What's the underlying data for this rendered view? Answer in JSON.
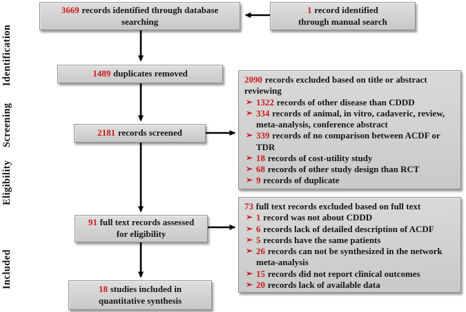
{
  "colors": {
    "accent_red": "#cc1919",
    "box_fill": "#d2d2d2",
    "box_border": "#8f8f8f",
    "arrow": "#000000"
  },
  "glyphs": {
    "bullet": "➢"
  },
  "stages": [
    {
      "label": "Identification"
    },
    {
      "label": "Screening"
    },
    {
      "label": "Eligibility"
    },
    {
      "label": "Included"
    }
  ],
  "flow": {
    "database_box": {
      "number": "3669",
      "line1": "records identified through database",
      "line2": "searching"
    },
    "manual_box": {
      "number": "1",
      "line1": "record identified",
      "line2": "through manual search"
    },
    "duplicates_box": {
      "number": "1489",
      "line1": "duplicates removed"
    },
    "screened_box": {
      "number": "2181",
      "line1": "records screened"
    },
    "fulltext_box": {
      "number": "91",
      "line1": "full text records assessed",
      "line2": "for eligibility"
    },
    "included_box": {
      "number": "18",
      "line1": "studies included in",
      "line2": "quantitative synthesis"
    },
    "title_abstract_exclusions": {
      "header": {
        "number": "2090",
        "text": "records excluded based on title or abstract reviewing"
      },
      "items": [
        {
          "number": "1322",
          "text": "records of other disease than CDDD"
        },
        {
          "number": "334",
          "text": "records of animal, in vitro, cadaveric, review, meta-analysis, conference abstract"
        },
        {
          "number": "339",
          "text": "records of no comparison between ACDF or TDR"
        },
        {
          "number": "18",
          "text": "records of cost-utility study"
        },
        {
          "number": "68",
          "text": "records of other study design than RCT"
        },
        {
          "number": "9",
          "text": "records of duplicate"
        }
      ]
    },
    "fulltext_exclusions": {
      "header": {
        "number": "73",
        "text": "full text records excluded based on full text"
      },
      "items": [
        {
          "number": "1",
          "text": "record was not about CDDD"
        },
        {
          "number": "6",
          "text": "records lack of detailed description of ACDF"
        },
        {
          "number": "5",
          "text": "records have the same patients"
        },
        {
          "number": "26",
          "text": "records can not be synthesized in the network meta-analysis"
        },
        {
          "number": "15",
          "text": "records did not report clinical outcomes"
        },
        {
          "number": "20",
          "text": "records lack of available data"
        }
      ]
    }
  }
}
